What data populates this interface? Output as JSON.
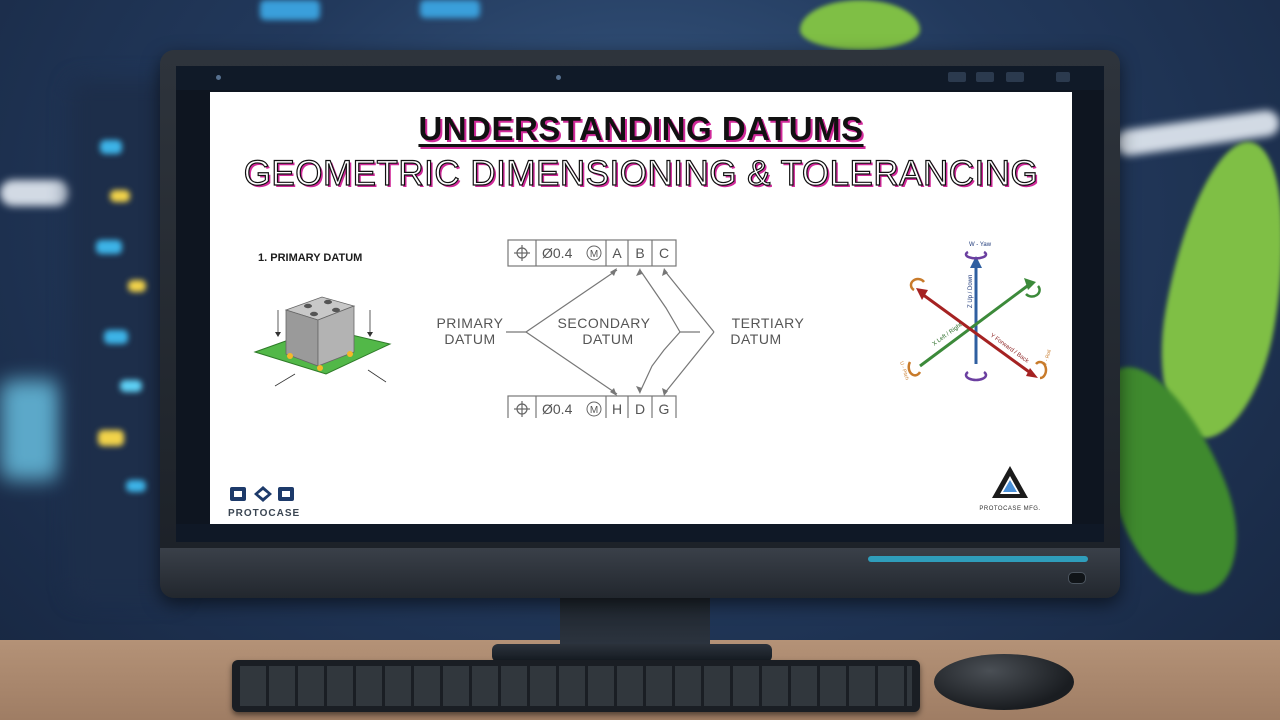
{
  "slide": {
    "title": "UNDERSTANDING DATUMS",
    "subtitle": "GEOMETRIC DIMENSIONING & TOLERANCING"
  },
  "primary_panel": {
    "label": "1. PRIMARY DATUM"
  },
  "frame_top": {
    "symbol": "⌖",
    "tolerance": "Ø0.4",
    "modifier": "M",
    "datums": [
      "A",
      "B",
      "C"
    ]
  },
  "frame_bottom": {
    "symbol": "⌖",
    "tolerance": "Ø0.4",
    "modifier": "M",
    "datums": [
      "H",
      "D",
      "G"
    ]
  },
  "callouts": {
    "primary_line1": "PRIMARY",
    "primary_line2": "DATUM",
    "secondary_line1": "SECONDARY",
    "secondary_line2": "DATUM",
    "tertiary_line1": "TERTIARY",
    "tertiary_line2": "DATUM"
  },
  "axes_diagram": {
    "w": "W - Yaw",
    "z": "Z Up / Down",
    "x": "X Left / Right",
    "y": "Y Forward / Back",
    "u": "U - Pitch",
    "v": "V - Roll"
  },
  "logos": {
    "left": "PROTOCASE",
    "right": "PROTOCASE MFG."
  },
  "colors": {
    "title_shadow": "#d12a9a",
    "axis_red": "#a52222",
    "axis_green": "#3c8a3a",
    "axis_blue": "#2f5fa0",
    "axis_navy": "#1f3a7a",
    "rotation_orange": "#c87b2b",
    "rotation_purple": "#6b3fa0",
    "pcb_green": "#52b848",
    "contact_yellow": "#f5b82a",
    "bezel_accent": "#2fa8c9"
  }
}
